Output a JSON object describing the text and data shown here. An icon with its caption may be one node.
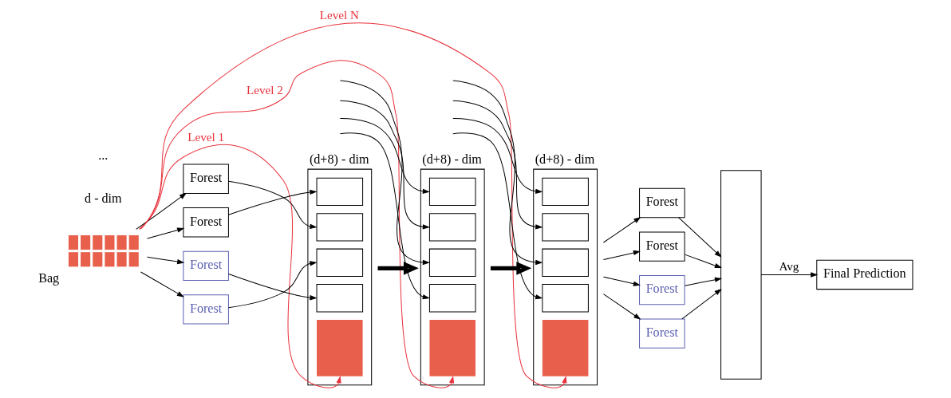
{
  "diagram": {
    "nodes": [
      {
        "text": [],
        "shape": "picture",
        "beside": [
          "Bag"
        ]
      },
      {
        "text": [
          "Forest"
        ]
      },
      {
        "text": [
          "Forest"
        ]
      },
      {
        "text": [
          "Forest"
        ]
      },
      {
        "text": [
          "Forest"
        ]
      },
      {
        "text": [
          "(d+8) - dim"
        ]
      },
      {
        "text": [
          "(d+8) - dim"
        ]
      },
      {
        "text": [
          "(d+8) - dim"
        ]
      },
      {
        "text": [
          "Forest"
        ]
      },
      {
        "text": [
          "Forest"
        ]
      },
      {
        "text": [
          "Forest"
        ]
      },
      {
        "text": [
          "Forest"
        ]
      },
      {
        "text": [],
        "shape": "box"
      },
      {
        "text": [
          "Final Prediction"
        ]
      }
    ],
    "edges": [
      {
        "from": 0,
        "to": 1,
        "arrow": "to"
      },
      {
        "from": 0,
        "to": 2,
        "arrow": "to"
      },
      {
        "from": 0,
        "to": 3,
        "arrow": "to"
      },
      {
        "from": 0,
        "to": 4,
        "arrow": "to"
      },
      {
        "from": 1,
        "to": 5,
        "arrow": "to"
      },
      {
        "from": 2,
        "to": 5,
        "arrow": "to"
      },
      {
        "from": 3,
        "to": 5,
        "arrow": "to"
      },
      {
        "from": 4,
        "to": 5,
        "arrow": "to"
      },
      {
        "from": 5,
        "to": 6,
        "arrow": "to",
        "style": "thick"
      },
      {
        "from": null,
        "to": 6,
        "arrow": "to"
      },
      {
        "from": null,
        "to": 6,
        "arrow": "to"
      },
      {
        "from": null,
        "to": 6,
        "arrow": "to"
      },
      {
        "from": null,
        "to": 6,
        "arrow": "to"
      },
      {
        "from": 6,
        "to": 7,
        "arrow": "to",
        "style": "thick"
      },
      {
        "from": null,
        "to": 7,
        "arrow": "to"
      },
      {
        "from": null,
        "to": 7,
        "arrow": "to"
      },
      {
        "from": null,
        "to": 7,
        "arrow": "to"
      },
      {
        "from": null,
        "to": 7,
        "arrow": "to"
      },
      {
        "from": 7,
        "to": 8,
        "arrow": "to"
      },
      {
        "from": 7,
        "to": 9,
        "arrow": "to"
      },
      {
        "from": 7,
        "to": 10,
        "arrow": "to"
      },
      {
        "from": 7,
        "to": 11,
        "arrow": "to"
      },
      {
        "from": 8,
        "to": 12,
        "arrow": "to"
      },
      {
        "from": 9,
        "to": 12,
        "arrow": "to"
      },
      {
        "from": 10,
        "to": 12,
        "arrow": "to"
      },
      {
        "from": 11,
        "to": 12,
        "arrow": "to"
      },
      {
        "from": 12,
        "to": 13,
        "arrow": "to",
        "label": "Avg"
      },
      {
        "from": 0,
        "to": 5,
        "arrow": "to",
        "label": "Level 1",
        "color": "#e8323c"
      },
      {
        "from": 0,
        "to": 6,
        "arrow": "to",
        "label": "Level 2",
        "color": "#e8323c"
      },
      {
        "from": 0,
        "to": 7,
        "arrow": "to",
        "label": "Level N",
        "color": "#e8323c"
      }
    ],
    "labels": [
      "d - dim",
      "..."
    ]
  }
}
